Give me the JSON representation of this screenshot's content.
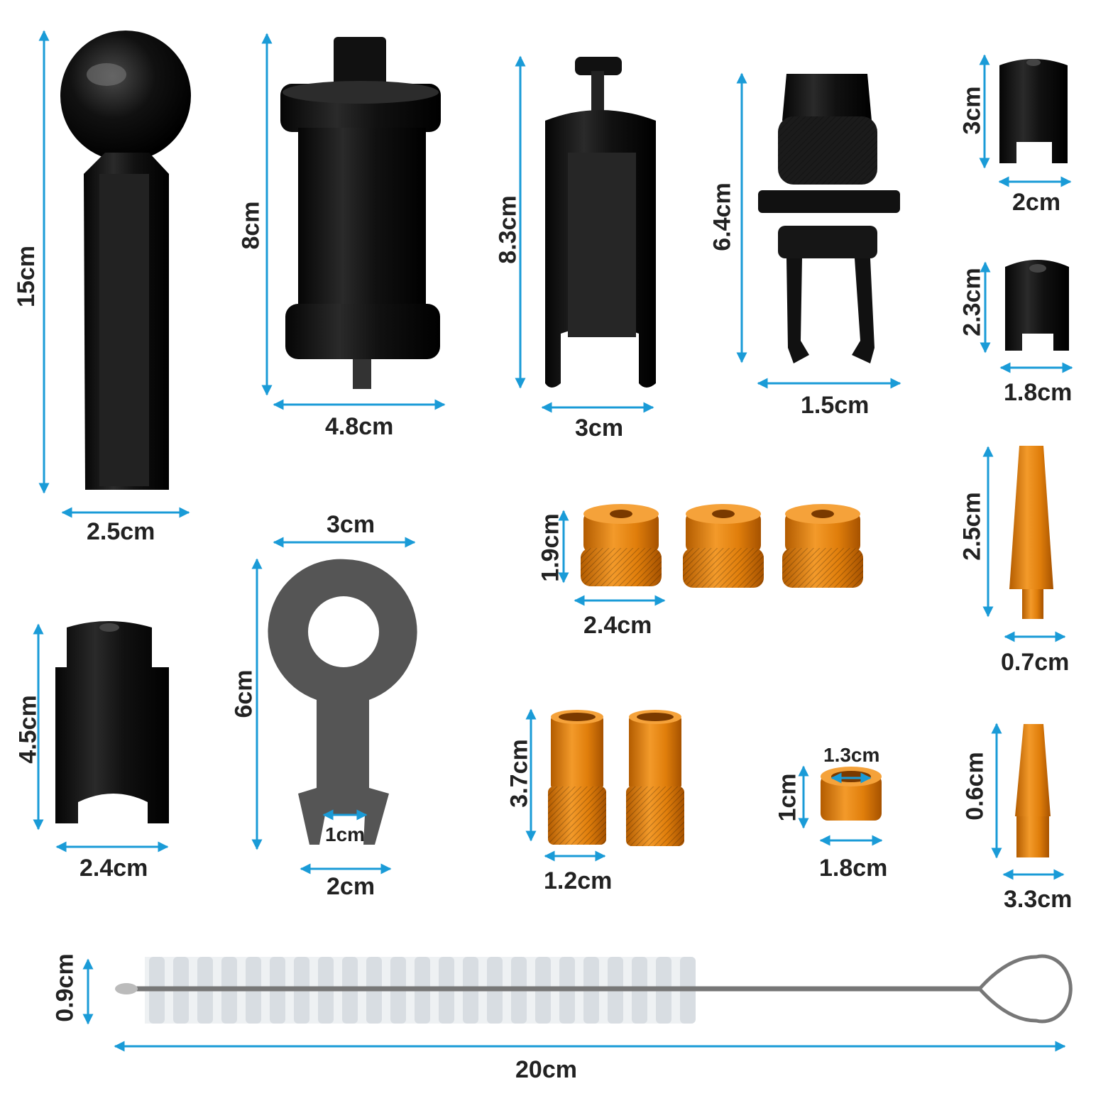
{
  "colors": {
    "arrow": "#1a9bd7",
    "black_part": "#141414",
    "orange_part": "#e07e0b",
    "steel": "#5b5b5b",
    "bristle": "#e6e9ec"
  },
  "dimensions": {
    "ball_pin_height": "15cm",
    "ball_pin_width": "2.5cm",
    "spool_height": "8cm",
    "spool_width": "4.8cm",
    "puller_height": "8.3cm",
    "puller_width": "3cm",
    "clamp_height": "6.4cm",
    "clamp_width": "1.5cm",
    "cap_small_height": "3cm",
    "cap_small_width": "2cm",
    "cap_round_height": "2.3cm",
    "cap_round_width": "1.8cm",
    "socket_height": "4.5cm",
    "socket_width": "2.4cm",
    "wrench_top": "3cm",
    "wrench_height": "6cm",
    "wrench_slot": "1cm",
    "wrench_bottom": "2cm",
    "nut_height": "1.9cm",
    "nut_width": "2.4cm",
    "sleeve_height": "3.7cm",
    "sleeve_width": "1.2cm",
    "ring_hole": "1.3cm",
    "ring_height": "1cm",
    "ring_width": "1.8cm",
    "pin_long_height": "2.5cm",
    "pin_long_width": "0.7cm",
    "pin_short_height": "0.6cm",
    "pin_short_width": "3.3cm",
    "brush_height": "0.9cm",
    "brush_length": "20cm"
  }
}
